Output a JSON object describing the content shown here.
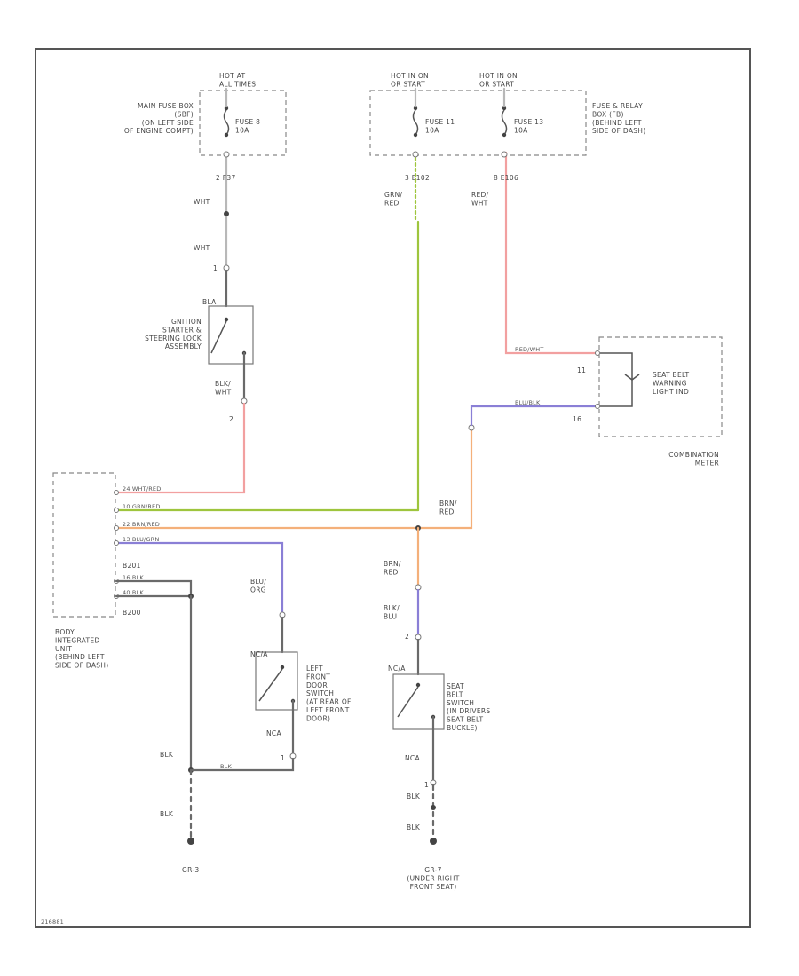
{
  "labels": {
    "hot_at_all_times": "HOT AT\nALL TIMES",
    "hot_in_on_1": "HOT IN ON\nOR START",
    "hot_in_on_2": "HOT IN ON\nOR START",
    "main_fuse_box": "MAIN FUSE BOX\n(SBF)\n(ON LEFT SIDE\nOF ENGINE COMPT)",
    "fuse_8": "FUSE 8\n10A",
    "fuse_11": "FUSE 11\n10A",
    "fuse_13": "FUSE 13\n10A",
    "fuse_relay_box": "FUSE & RELAY\nBOX (FB)\n(BEHIND LEFT\nSIDE OF DASH)",
    "conn_2_f37": "2    F37",
    "conn_3_e102": "3    E102",
    "conn_8_e106": "8    E106",
    "wht_top": "WHT",
    "wht_mid": "WHT",
    "grn_red_top": "GRN/\nRED",
    "red_wht_top": "RED/\nWHT",
    "pin_1_ign": "1",
    "bla": "BLA",
    "ignition_switch": "IGNITION\nSTARTER &\nSTEERING LOCK\nASSEMBLY",
    "blk_wht": "BLK/\nWHT",
    "pin_2_ign": "2",
    "red_wht_meter": "RED/WHT",
    "blu_blk_meter": "BLU/BLK",
    "pin_11": "11",
    "pin_16": "16",
    "seat_belt_warning": "SEAT BELT\nWARNING\nLIGHT IND",
    "combination_meter": "COMBINATION\nMETER",
    "biu_wht_red": "24  WHT/RED",
    "biu_grn_red": "10  GRN/RED",
    "biu_brn_red": "22  BRN/RED",
    "biu_blu_grn": "13  BLU/GRN",
    "biu_b201": "B201",
    "biu_blk_1": "16  BLK",
    "biu_blk_2": "40  BLK",
    "biu_b200": "B200",
    "brn_red_splice": "BRN/\nRED",
    "body_integrated_unit": "BODY\nINTEGRATED\nUNIT\n(BEHIND LEFT\nSIDE OF DASH)",
    "blu_org": "BLU/\nORG",
    "brn_red_lower": "BRN/\nRED",
    "blk_blu": "BLK/\nBLU",
    "pin_2_seat": "2",
    "nc_a_door": "NC/A",
    "nc_a_belt": "NC/A",
    "nca_door": "NCA",
    "pin_1_door": "1",
    "left_front_door_switch": "LEFT\nFRONT\nDOOR\nSWITCH\n(AT REAR OF\nLEFT FRONT\nDOOR)",
    "seat_belt_switch": "SEAT\nBELT\nSWITCH\n(IN DRIVERS\nSEAT BELT\nBUCKLE)",
    "nca_belt": "NCA",
    "pin_1_belt": "1",
    "blk_door_gnd": "BLK",
    "blk_left_1": "BLK",
    "blk_left_2": "BLK",
    "blk_belt_1": "BLK",
    "blk_belt_2": "BLK",
    "gnd_left": "GR-3",
    "gnd_right": "GR-7\n(UNDER RIGHT\nFRONT SEAT)",
    "figure_id": "216881"
  },
  "colors": {
    "red_wht": "#f2a0a0",
    "green": "#9ec53d",
    "orange": "#f4b07a",
    "blue": "#8a7fd6",
    "tan": "#e8c48a",
    "black": "#6a6a6a",
    "wht": "#bdbdbd"
  }
}
